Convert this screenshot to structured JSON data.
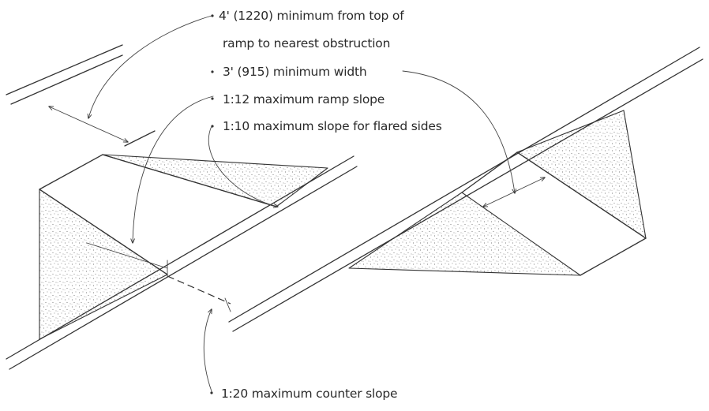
{
  "annotations": {
    "clearance_line1": "4' (1220) minimum from top of",
    "clearance_line2": "ramp to nearest obstruction",
    "width": "3' (915) minimum width",
    "ramp_slope": "1:12 maximum ramp slope",
    "flare_slope": "1:10 maximum slope for flared sides",
    "counter_slope": "1:20 maximum counter slope"
  }
}
